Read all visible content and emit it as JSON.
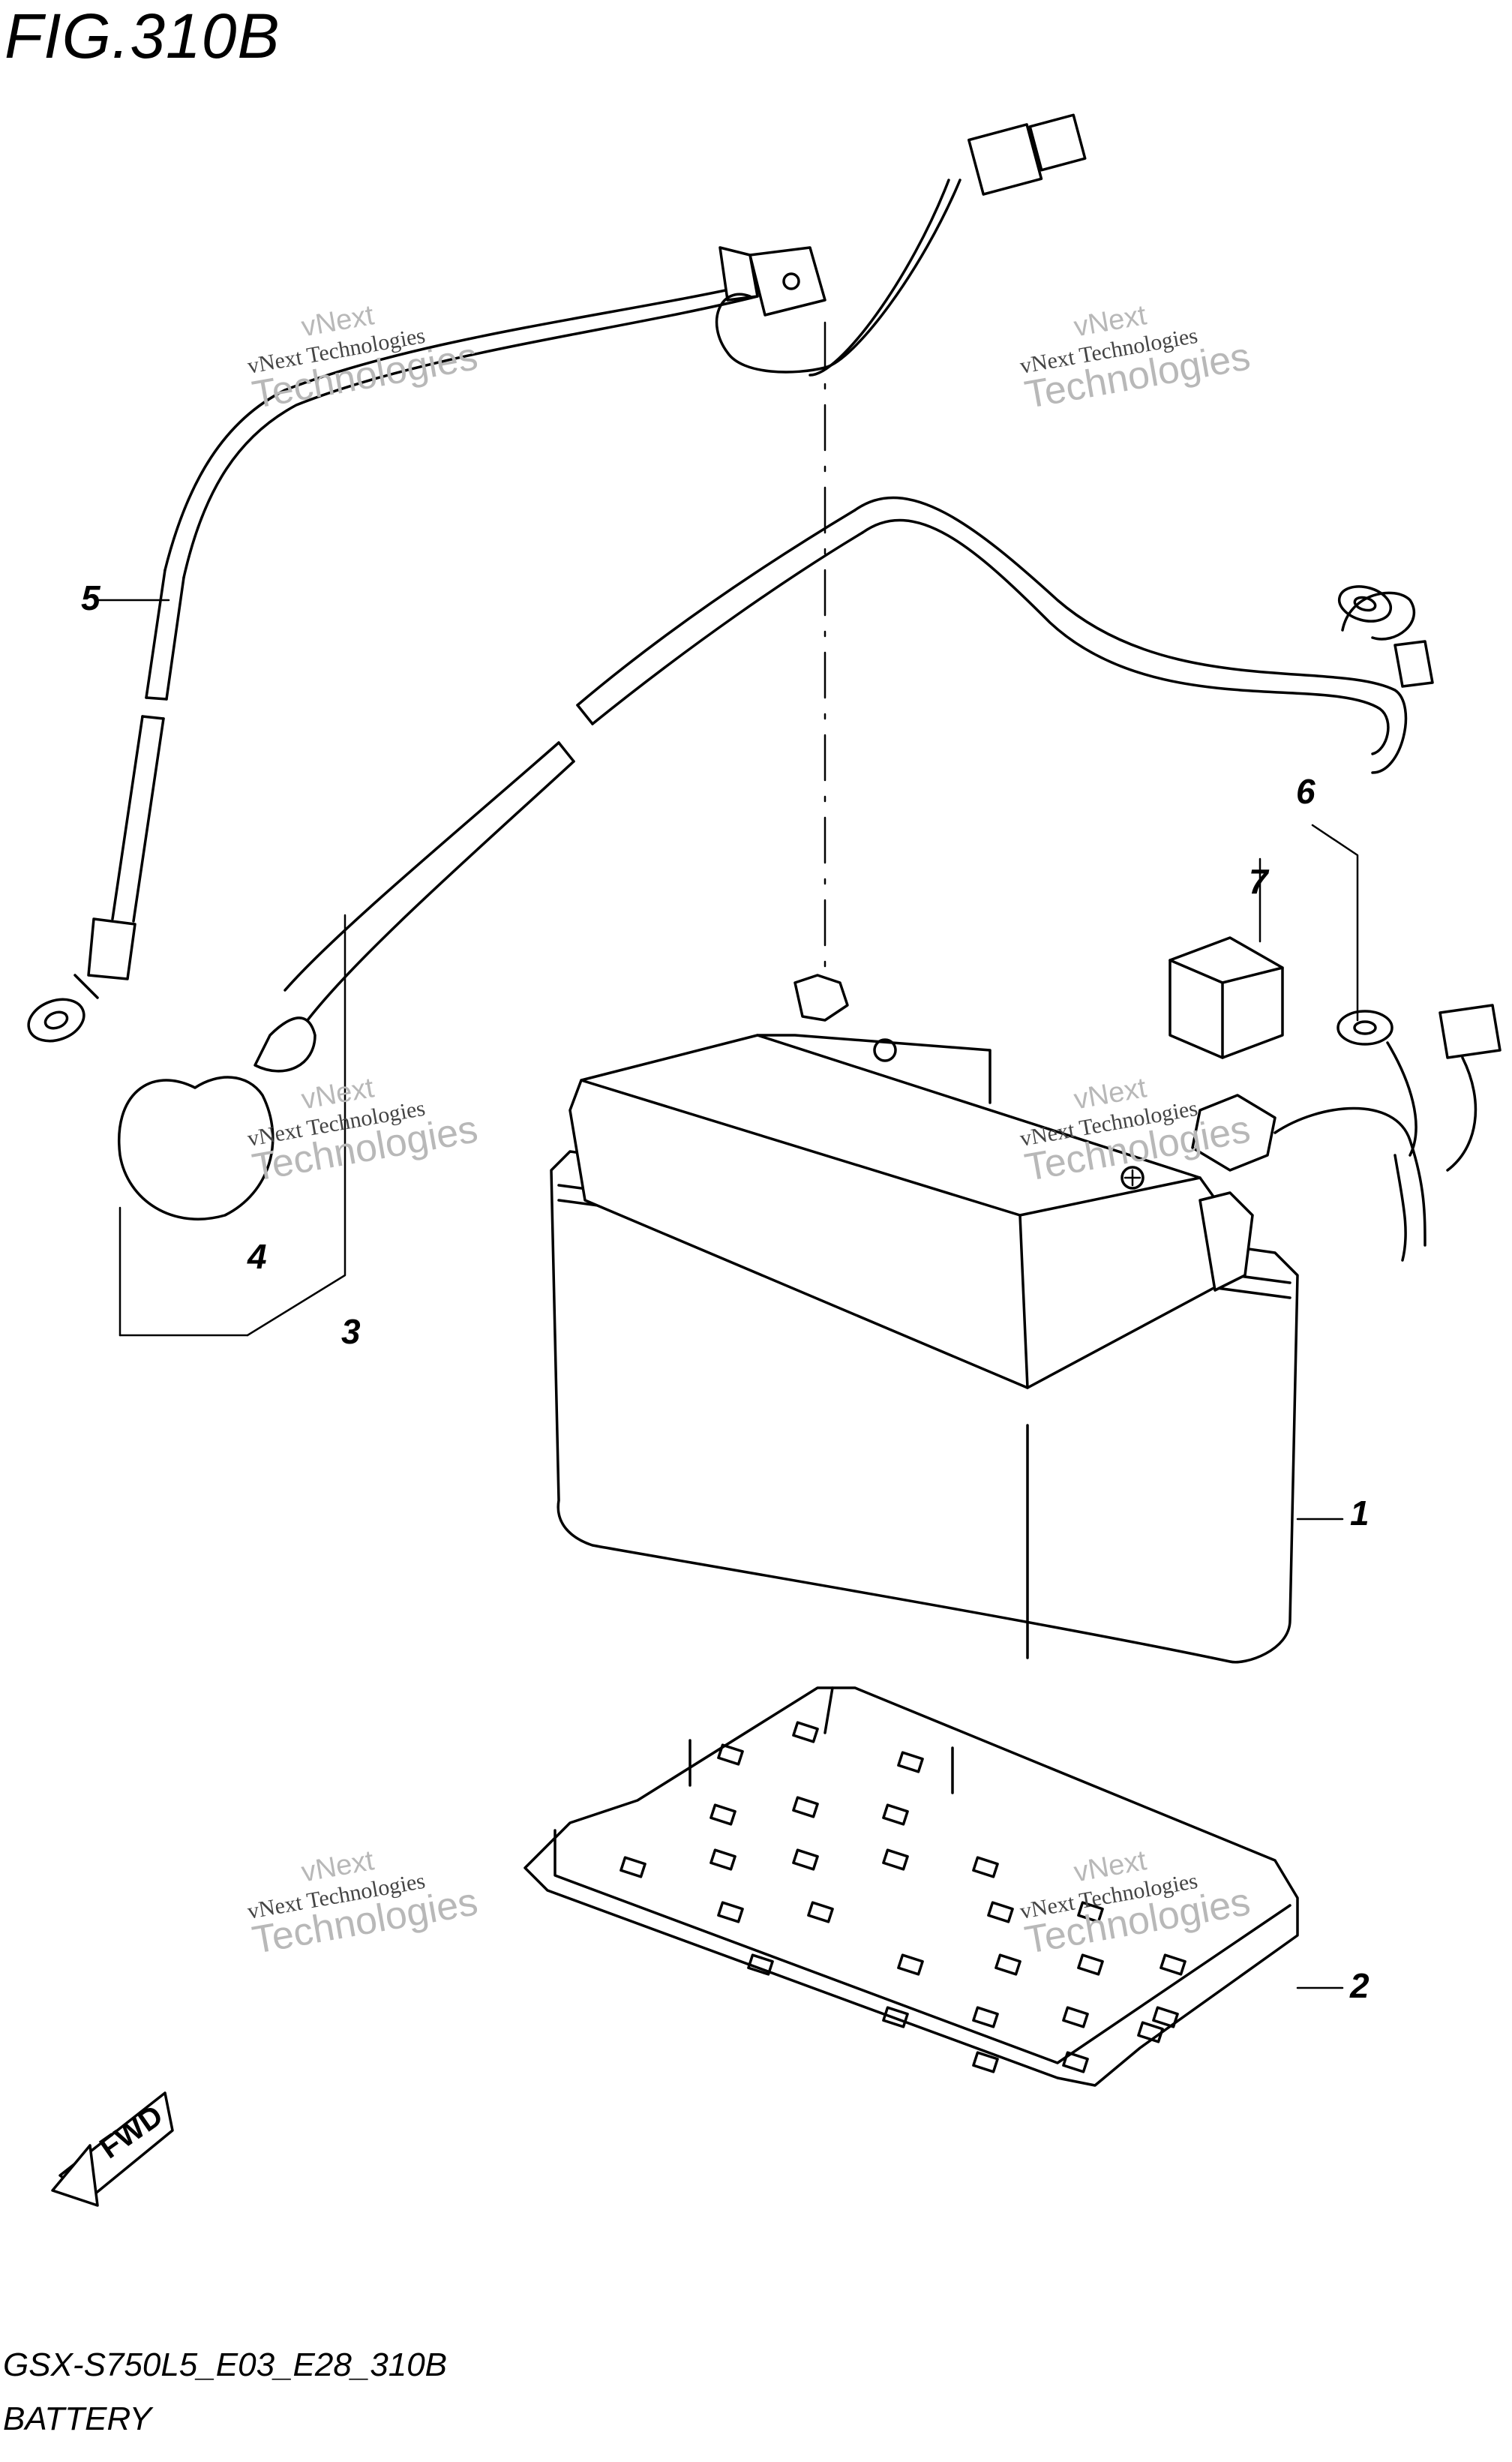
{
  "figure": {
    "title": "FIG.310B",
    "code": "GSX-S750L5_E03_E28_310B",
    "name": "BATTERY"
  },
  "callouts": [
    {
      "id": "callout-1",
      "label": "1"
    },
    {
      "id": "callout-2",
      "label": "2"
    },
    {
      "id": "callout-3",
      "label": "3"
    },
    {
      "id": "callout-4",
      "label": "4"
    },
    {
      "id": "callout-5",
      "label": "5"
    },
    {
      "id": "callout-6",
      "label": "6"
    },
    {
      "id": "callout-7",
      "label": "7"
    }
  ],
  "fwd_label": "FWD",
  "watermark": {
    "line1": "vNext",
    "line2": "vNext Technologies",
    "line3": "Technologies"
  },
  "colors": {
    "ink": "#000000",
    "watermark": "#b8b8b8",
    "background": "#ffffff"
  }
}
